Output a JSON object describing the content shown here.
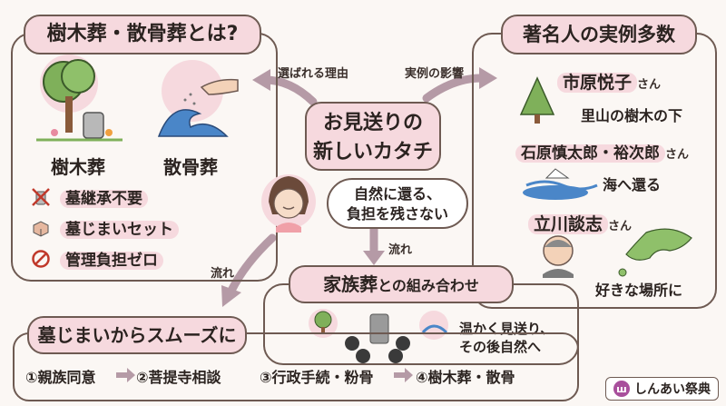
{
  "center": {
    "line1": "お見送りの",
    "line2": "新しいカタチ"
  },
  "speech": {
    "line1": "自然に還る、",
    "line2": "負担を残さない"
  },
  "left_box": {
    "title": "樹木葬・散骨葬とは?",
    "img1_label": "樹木葬",
    "img2_label": "散骨葬",
    "items": [
      {
        "icon": "no-grave-icon",
        "label": "墓継承不要"
      },
      {
        "icon": "package-icon",
        "label": "墓じまいセット"
      },
      {
        "icon": "prohibited-icon",
        "label": "管理負担ゼロ"
      }
    ]
  },
  "right_box": {
    "title": "著名人の実例多数",
    "people": [
      {
        "name": "市原悦子",
        "suffix": "さん",
        "desc": "里山の樹木の下"
      },
      {
        "name": "石原慎太郎・裕次郎",
        "suffix": "さん",
        "desc": "海へ還る"
      },
      {
        "name": "立川談志",
        "suffix": "さん",
        "desc": "好きな場所に"
      }
    ]
  },
  "arrows": {
    "left": "選ばれる理由",
    "right": "実例の影響",
    "down": "流れ",
    "down_left": "流れ"
  },
  "family_box": {
    "title_a": "家族葬",
    "title_b": "との組み合わせ",
    "desc_line1": "温かく見送り、",
    "desc_line2": "その後自然へ"
  },
  "flow_box": {
    "title": "墓じまいからスムーズに",
    "steps": [
      "①親族同意",
      "②菩提寺相談",
      "③行政手続・粉骨",
      "④樹木葬・散骨"
    ]
  },
  "brand": {
    "mark": "ш",
    "name": "しんあい祭典"
  },
  "colors": {
    "pink": "#f6d9de",
    "arrow": "#b59aa6",
    "line": "#6e5a52"
  }
}
